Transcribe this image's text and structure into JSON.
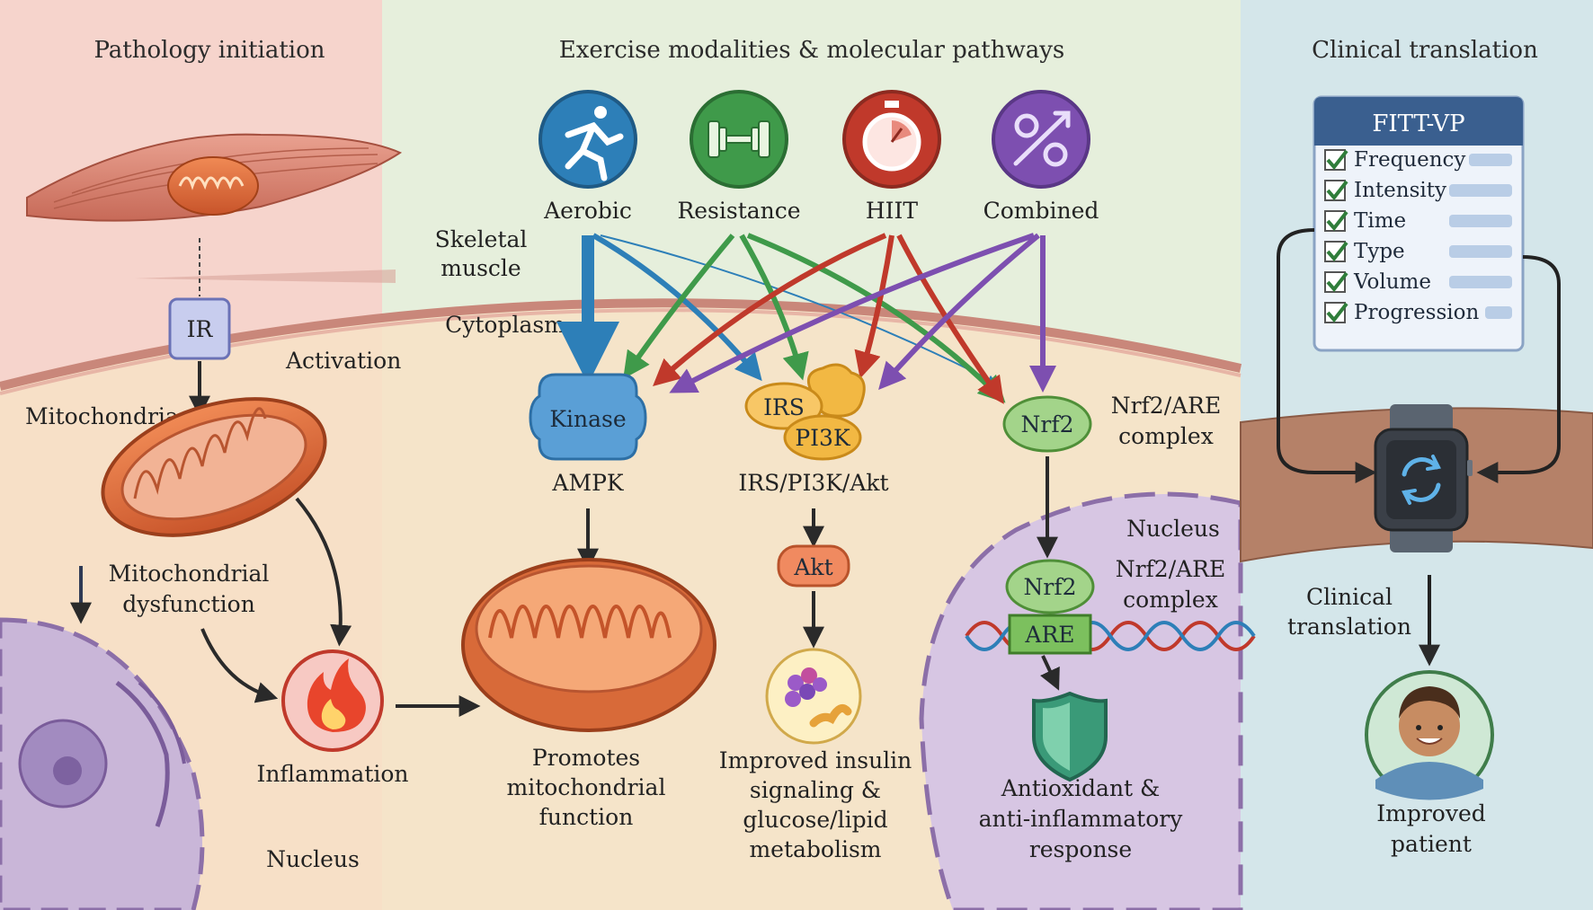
{
  "panels": {
    "left_title": "Pathology initiation",
    "middle_title": "Exercise modalities & molecular pathways",
    "right_title": "Clinical translation"
  },
  "left": {
    "ir": "IR",
    "activation": "Activation",
    "mitochondria": "Mitochondria",
    "mito_dysfunction": [
      "Mitochondrial",
      "dysfunction"
    ],
    "inflammation": "Inflammation",
    "nucleus": "Nucleus"
  },
  "middle": {
    "modalities": [
      {
        "label": "Aerobic",
        "color": "#2d7fb8",
        "icon": "running-person-icon"
      },
      {
        "label": "Resistance",
        "color": "#3f9a4a",
        "icon": "dumbbell-icon"
      },
      {
        "label": "HIIT",
        "color": "#c0392b",
        "icon": "stopwatch-icon"
      },
      {
        "label": "Combined",
        "color": "#7d4fb0",
        "icon": "cycle-arrows-icon"
      }
    ],
    "skeletal_muscle": [
      "Skeletal",
      "muscle"
    ],
    "cytoplasm": "Cytoplasm",
    "kinase": "Kinase",
    "ampk": "AMPK",
    "irs": "IRS",
    "pi3k": "PI3K",
    "irs_pi3k_akt": "IRS/PI3K/Akt",
    "akt": "Akt",
    "nrf2": "Nrf2",
    "nrf2_are_complex": [
      "Nrf2/ARE",
      "complex"
    ],
    "nucleus": "Nucleus",
    "nrf2_inner": "Nrf2",
    "are": "ARE",
    "nrf2_are_complex_inner": [
      "Nrf2/ARE",
      "complex"
    ],
    "promotes": [
      "Promotes",
      "mitochondrial",
      "function"
    ],
    "improved_insulin": [
      "Improved insulin",
      "signaling &",
      "glucose/lipid",
      "metabolism"
    ],
    "antioxidant": [
      "Antioxidant &",
      "anti-inflammatory",
      "response"
    ]
  },
  "right": {
    "fitt_title": "FITT-VP",
    "fitt_items": [
      "Frequency",
      "Intensity",
      "Time",
      "Type",
      "Volume",
      "Progression"
    ],
    "clinical_translation": [
      "Clinical",
      "translation"
    ],
    "improved_patient": [
      "Improved",
      "patient"
    ]
  },
  "colors": {
    "left_bg": "#f6d4cc",
    "middle_bg": "#e4efdc",
    "right_bg": "#d3e6ea",
    "aerobic": "#2d7fb8",
    "resistance": "#3f9a4a",
    "hiit": "#c0392b",
    "combined": "#7d4fb0"
  }
}
